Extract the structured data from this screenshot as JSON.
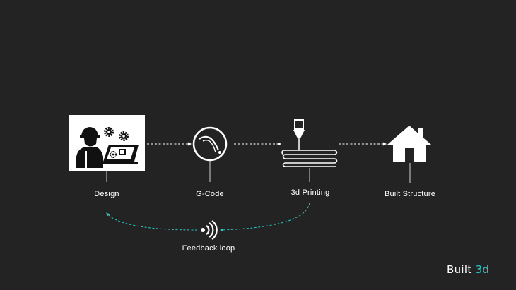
{
  "nodes": {
    "design": "Design",
    "gcode": "G-Code",
    "printing": "3d Printing",
    "structure": "Built Structure"
  },
  "feedback": {
    "label": "Feedback loop"
  },
  "brand": {
    "name": "Built",
    "accent_text": "3d"
  },
  "icons": [
    "engineer-design-icon",
    "gcode-dial-icon",
    "printer-nozzle-icon",
    "house-icon",
    "wireless-signal-icon"
  ],
  "colors": {
    "background": "#232323",
    "foreground": "#ffffff",
    "accent": "#2ec4c4"
  }
}
